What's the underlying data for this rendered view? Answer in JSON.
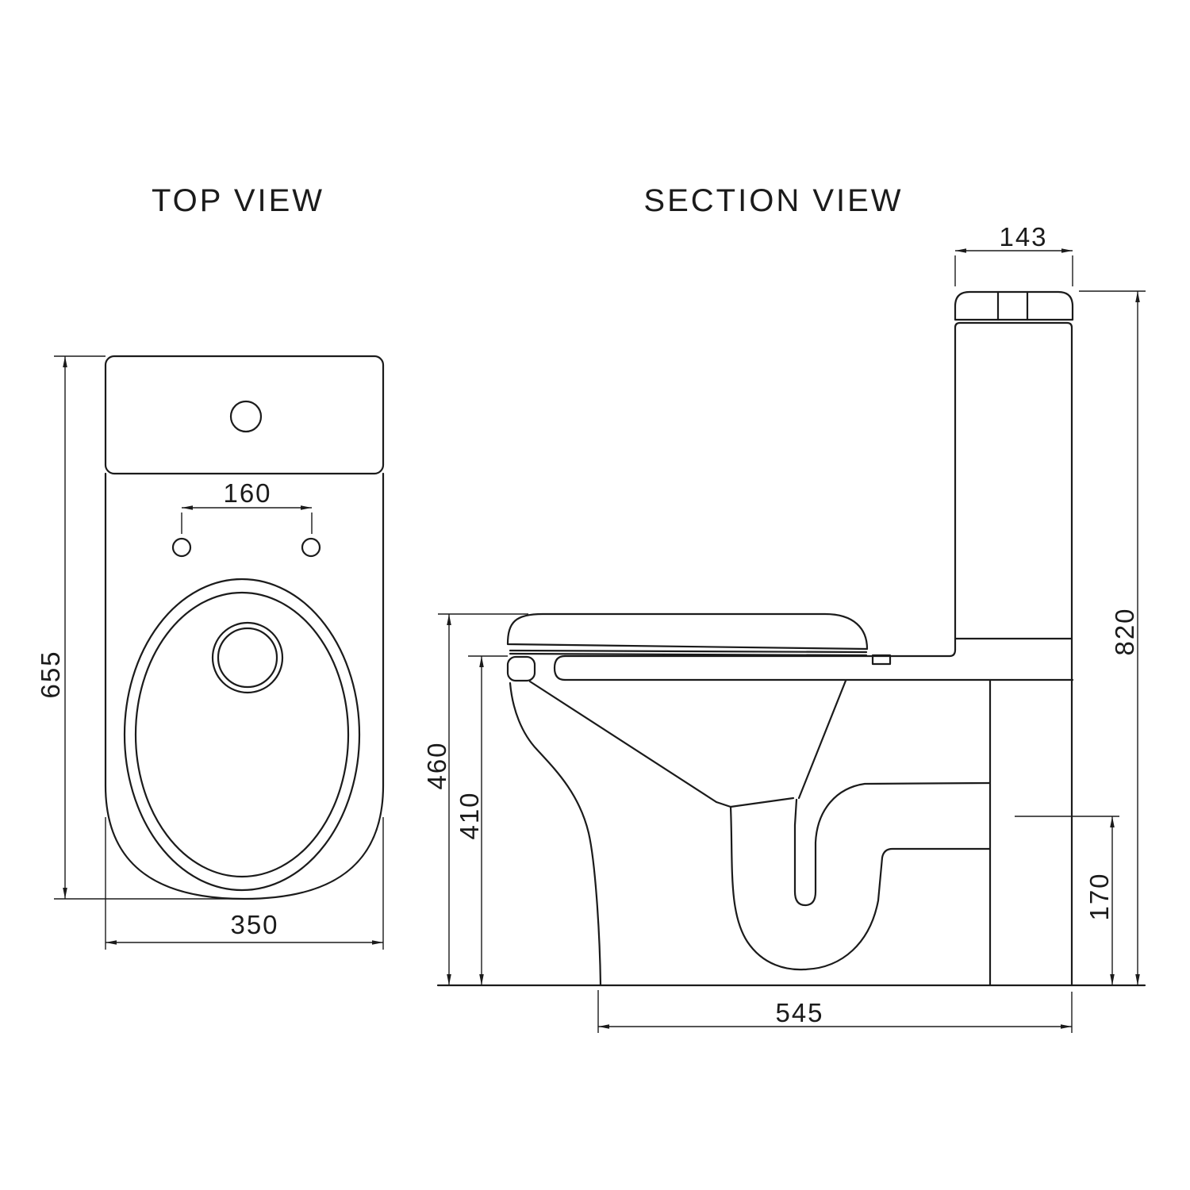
{
  "drawing": {
    "background_color": "#ffffff",
    "line_color": "#1b1b1b",
    "type": "toilet technical dimension drawing"
  },
  "top_view": {
    "title": "TOP VIEW",
    "dim_overall_depth": "655",
    "dim_overall_width": "350",
    "dim_seat_hole_spacing": "160"
  },
  "section_view": {
    "title": "SECTION VIEW",
    "dim_cistern_depth": "143",
    "dim_overall_height": "820",
    "dim_seat_height": "460",
    "dim_rim_height": "410",
    "dim_outlet_height": "170",
    "dim_base_depth": "545"
  }
}
